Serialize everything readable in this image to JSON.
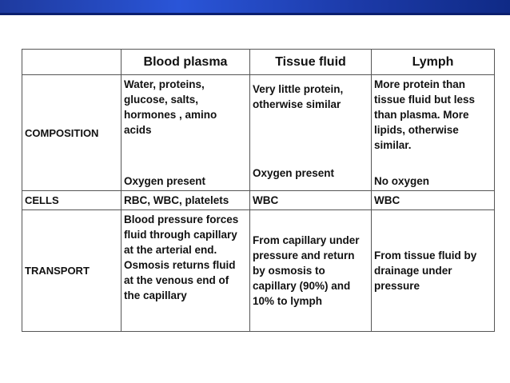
{
  "header": {
    "blank": "",
    "col1": "Blood plasma",
    "col2": "Tissue fluid",
    "col3": "Lymph"
  },
  "composition": {
    "label": "COMPOSITION",
    "plasma_main": "Water, proteins, glucose, salts, hormones , amino acids",
    "plasma_oxygen": "Oxygen present",
    "tissue_main": "Very little protein, otherwise similar",
    "tissue_oxygen": "Oxygen present",
    "lymph_main": "More protein than tissue fluid but less than plasma. More lipids, otherwise similar.",
    "lymph_oxygen": "No oxygen"
  },
  "cells": {
    "label": "CELLS",
    "plasma": "RBC, WBC, platelets",
    "tissue": "WBC",
    "lymph": "WBC"
  },
  "transport": {
    "label": "TRANSPORT",
    "plasma": "Blood pressure forces fluid through capillary at the arterial end. Osmosis returns fluid at the venous end of the capillary",
    "tissue": "From capillary under pressure and return by osmosis to capillary (90%) and 10% to lymph",
    "lymph": "From tissue fluid by drainage under pressure"
  }
}
